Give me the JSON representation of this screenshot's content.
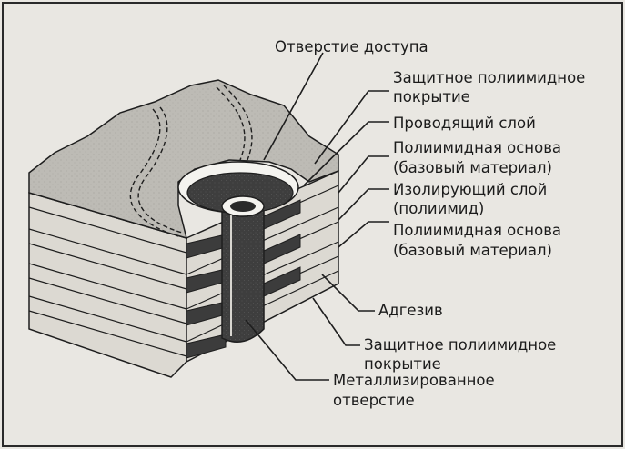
{
  "labels": {
    "access_hole": "Отверстие доступа",
    "coverlay_top_1": "Защитное полиимидное",
    "coverlay_top_2": "покрытие",
    "conductive_layer": "Проводящий слой",
    "base_1_line1": "Полиимидная основа",
    "base_1_line2": "(базовый материал)",
    "insulating_line1": "Изолирующий слой",
    "insulating_line2": "(полиимид)",
    "base_2_line1": "Полиимидная основа",
    "base_2_line2": "(базовый материал)",
    "adhesive": "Адгезив",
    "coverlay_bottom_1": "Защитное полиимидное",
    "coverlay_bottom_2": "покрытие",
    "plated_hole_1": "Металлизированное",
    "plated_hole_2": "отверстие"
  },
  "colors": {
    "background": "#e9e7e2",
    "frame": "#2a2a2a",
    "top_surface": "#bdbbb5",
    "layer_light": "#dcd9d2",
    "copper_dark": "#3c3c3c",
    "hole_dark": "#4a4a4a",
    "line": "#1e1e1e"
  }
}
